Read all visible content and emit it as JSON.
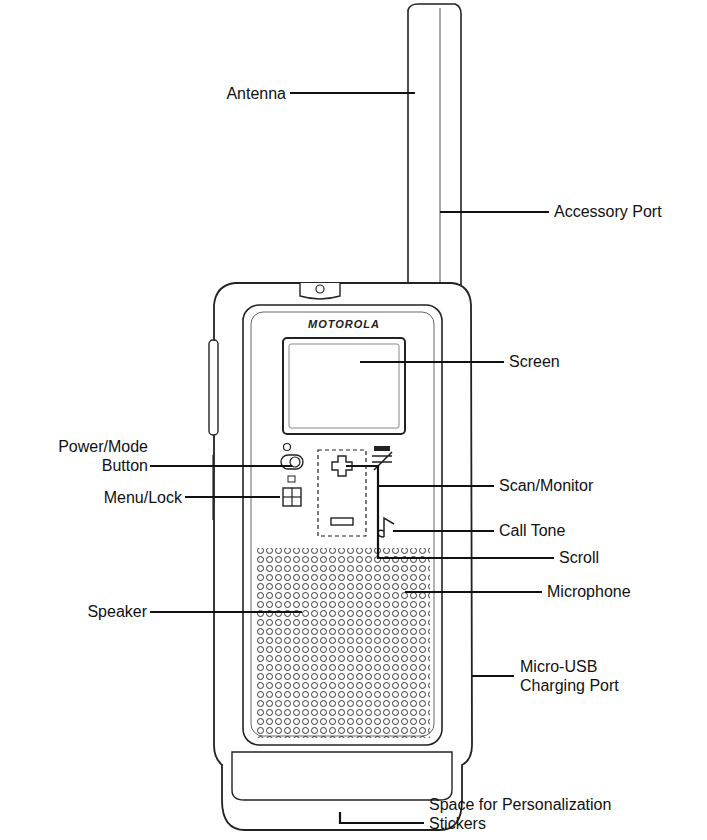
{
  "diagram": {
    "labels": [
      "Antenna",
      "Accessory Port",
      "MOTOROLA",
      "Screen",
      "Power/Mode Button",
      "Scan/Monitor",
      "Menu/Lock",
      "Call Tone",
      "Scroll",
      "Microphone",
      "Speaker",
      "Micro-USB Charging Port",
      "Space for Personalization Stickers"
    ]
  }
}
